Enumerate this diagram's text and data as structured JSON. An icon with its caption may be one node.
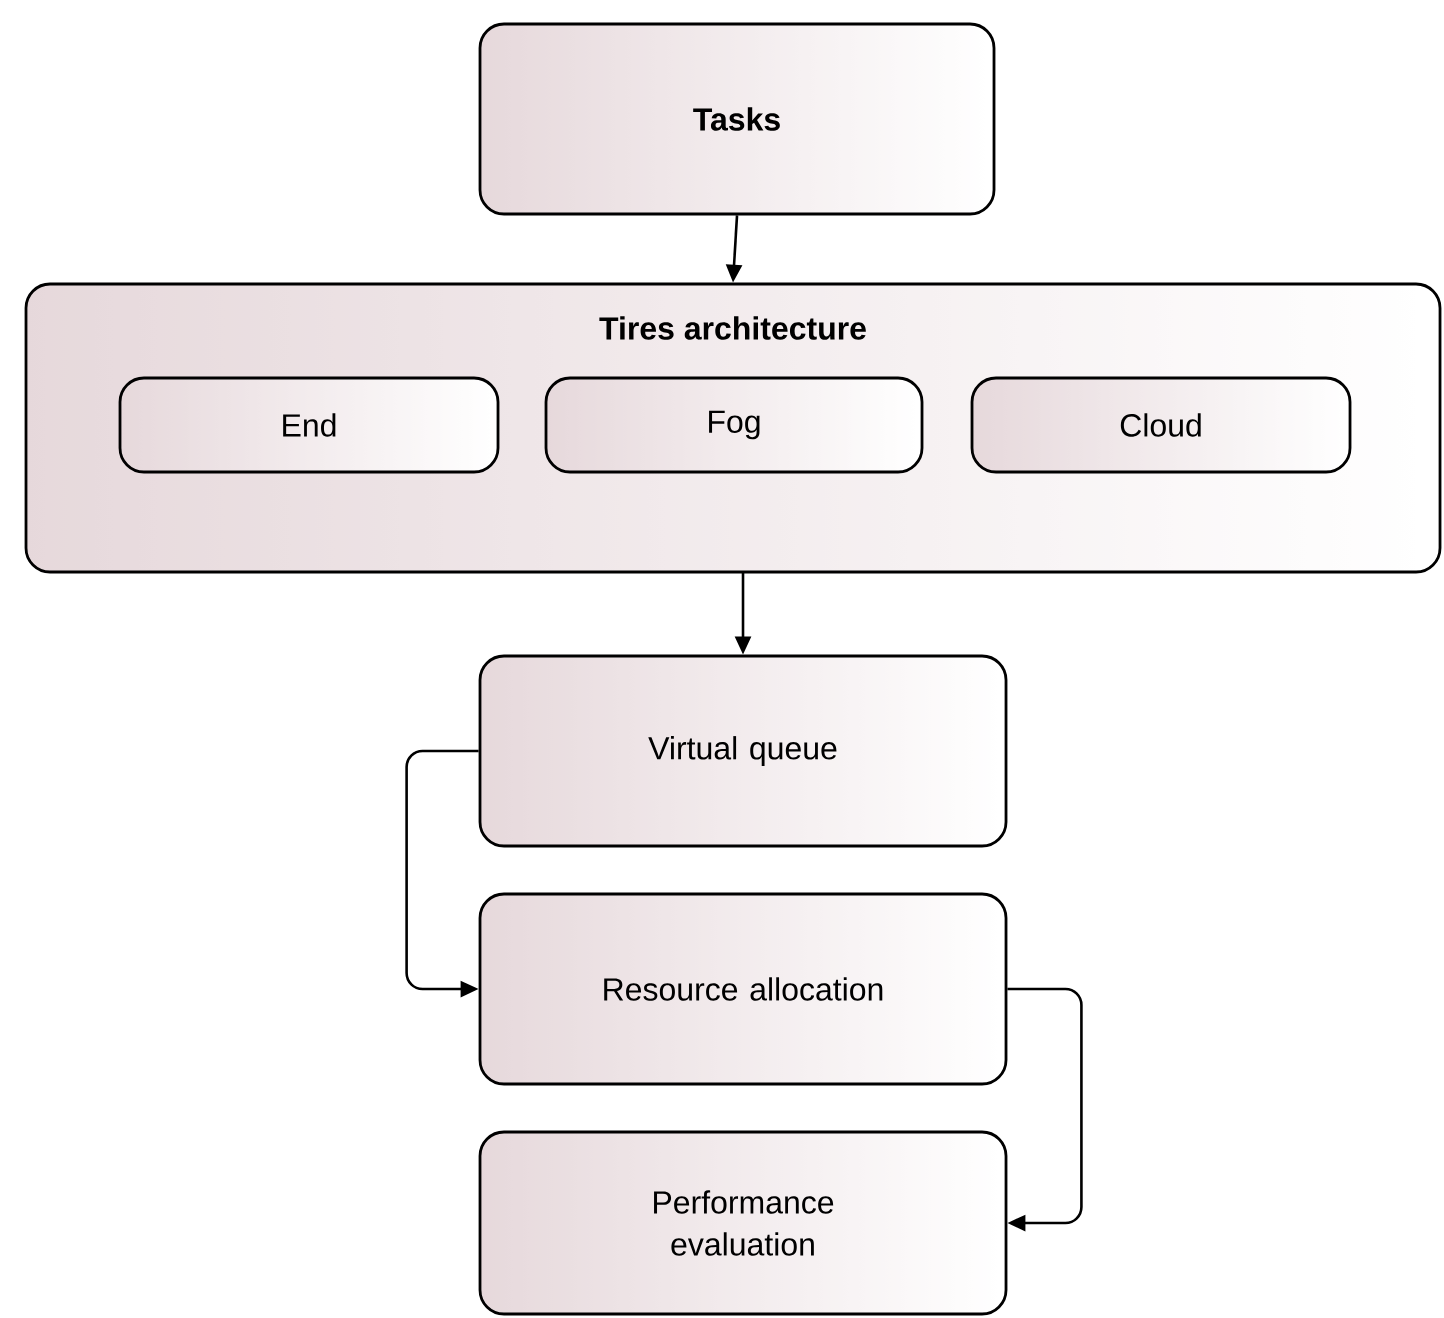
{
  "diagram": {
    "nodes": [
      {
        "text": [
          "Tasks"
        ]
      },
      {
        "text": [
          "Tires architecture"
        ]
      },
      {
        "text": [
          "End"
        ],
        "in": 1
      },
      {
        "text": [
          "Fog"
        ],
        "in": 1
      },
      {
        "text": [
          "Cloud"
        ],
        "in": 1
      },
      {
        "text": [
          "Virtual queue"
        ]
      },
      {
        "text": [
          "Resource allocation"
        ]
      },
      {
        "text": [
          "Performance evaluation"
        ]
      }
    ],
    "edges": [
      {
        "from": 0,
        "to": 1,
        "arrow": "to"
      },
      {
        "from": 1,
        "to": 5,
        "arrow": "to"
      },
      {
        "from": 5,
        "to": 6,
        "arrow": "to"
      },
      {
        "from": 6,
        "to": 7,
        "arrow": "to"
      }
    ]
  }
}
